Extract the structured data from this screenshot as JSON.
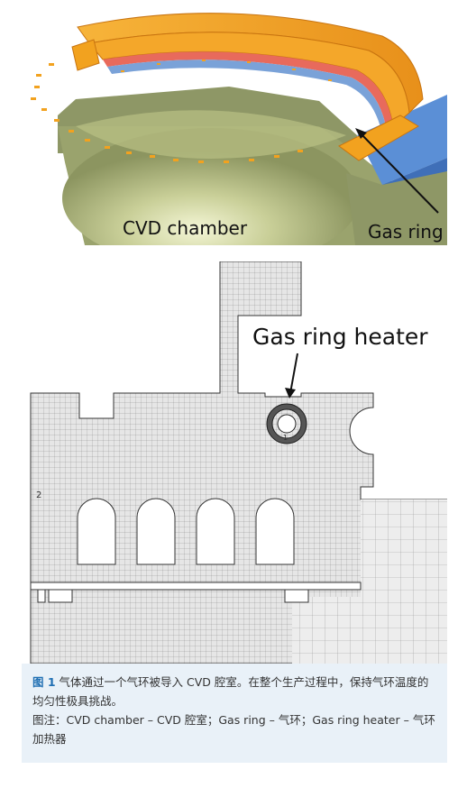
{
  "figure": {
    "top_labels": {
      "chamber": "CVD chamber",
      "gas_ring": "Gas ring"
    },
    "bottom_labels": {
      "heater": "Gas ring heater",
      "mesh_id_2": "2",
      "mesh_id_1": "1"
    },
    "colors": {
      "chamber_olive": "#a9b27a",
      "ring_orange": "#f2a21f",
      "plate_blue": "#5b8fd6",
      "caption_bg": "#e9f1f8",
      "fig_num": "#1f6fb3"
    }
  },
  "caption": {
    "fig_num": "图 1",
    "text": "气体通过一个气环被导入 CVD 腔室。在整个生产过程中，保持气环温度的均匀性极具挑战。",
    "note": "图注：CVD chamber – CVD 腔室；Gas ring – 气环；Gas ring heater – 气环加热器"
  }
}
